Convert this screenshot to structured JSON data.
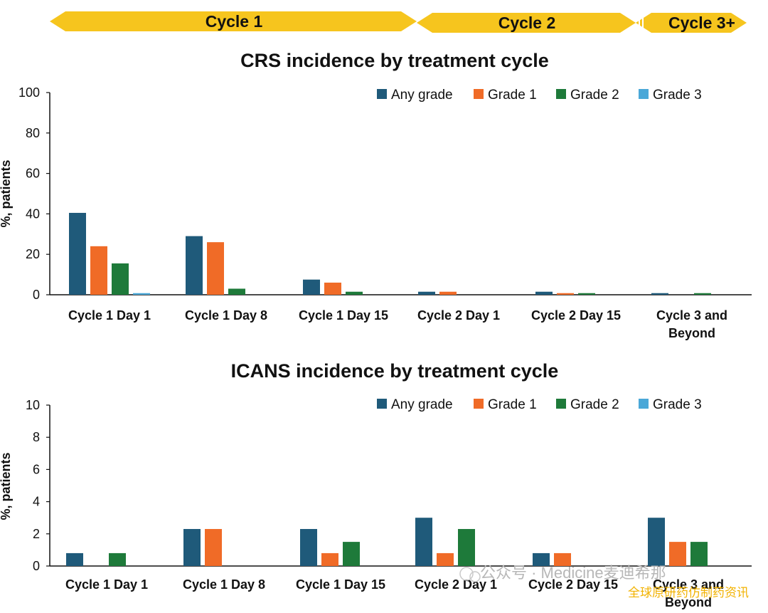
{
  "header": {
    "arrows": [
      {
        "label": "Cycle 1",
        "color": "#f6c51e",
        "divider_color": "#ffffff"
      },
      {
        "label": "Cycle 2",
        "color": "#f6c51e",
        "divider_color": "#ffffff"
      },
      {
        "label": "Cycle 3+",
        "color": "#f6c51e",
        "divider_color": "#ffffff"
      }
    ]
  },
  "colors": {
    "any_grade": "#1f5a7a",
    "grade_1": "#f06b27",
    "grade_2": "#1e7a3a",
    "grade_3": "#4aa8d8",
    "axis": "#111111"
  },
  "chart_data": [
    {
      "type": "bar",
      "title": "CRS incidence by treatment cycle",
      "xlabel": "",
      "ylabel": "%, patients",
      "ylim": [
        0,
        100
      ],
      "yticks": [
        0,
        20,
        40,
        60,
        80,
        100
      ],
      "legend_position": "top-right",
      "categories": [
        "Cycle 1 Day 1",
        "Cycle 1 Day 8",
        "Cycle 1 Day 15",
        "Cycle 2 Day 1",
        "Cycle 2 Day 15",
        "Cycle 3 and Beyond"
      ],
      "category_lines": [
        [
          "Cycle 1 Day 1"
        ],
        [
          "Cycle 1 Day 8"
        ],
        [
          "Cycle 1 Day 15"
        ],
        [
          "Cycle 2 Day 1"
        ],
        [
          "Cycle 2 Day 15"
        ],
        [
          "Cycle 3 and",
          "Beyond"
        ]
      ],
      "series": [
        {
          "name": "Any grade",
          "color_key": "any_grade",
          "values": [
            40.5,
            29.0,
            7.5,
            1.5,
            1.5,
            0.8
          ]
        },
        {
          "name": "Grade 1",
          "color_key": "grade_1",
          "values": [
            24.0,
            26.0,
            6.0,
            1.5,
            0.8,
            0.0
          ]
        },
        {
          "name": "Grade 2",
          "color_key": "grade_2",
          "values": [
            15.5,
            3.0,
            1.5,
            0.0,
            0.8,
            0.8
          ]
        },
        {
          "name": "Grade 3",
          "color_key": "grade_3",
          "values": [
            0.8,
            0.0,
            0.0,
            0.0,
            0.0,
            0.0
          ]
        }
      ]
    },
    {
      "type": "bar",
      "title": "ICANS incidence by treatment cycle",
      "xlabel": "",
      "ylabel": "%, patients",
      "ylim": [
        0,
        10
      ],
      "yticks": [
        0,
        2,
        4,
        6,
        8,
        10
      ],
      "legend_position": "top-right",
      "categories": [
        "Cycle 1 Day 1",
        "Cycle 1 Day 8",
        "Cycle 1 Day 15",
        "Cycle 2 Day 1",
        "Cycle 2 Day 15",
        "Cycle 3 and Beyond"
      ],
      "category_lines": [
        [
          "Cycle 1 Day 1"
        ],
        [
          "Cycle 1 Day 8"
        ],
        [
          "Cycle 1 Day 15"
        ],
        [
          "Cycle 2 Day 1"
        ],
        [
          "Cycle 2 Day 15"
        ],
        [
          "Cycle 3 and",
          "Beyond"
        ]
      ],
      "series": [
        {
          "name": "Any grade",
          "color_key": "any_grade",
          "values": [
            0.8,
            2.3,
            2.3,
            3.0,
            0.8,
            3.0
          ]
        },
        {
          "name": "Grade 1",
          "color_key": "grade_1",
          "values": [
            0.0,
            2.3,
            0.8,
            0.8,
            0.8,
            1.5
          ]
        },
        {
          "name": "Grade 2",
          "color_key": "grade_2",
          "values": [
            0.8,
            0.0,
            1.5,
            2.3,
            0.0,
            1.5
          ]
        },
        {
          "name": "Grade 3",
          "color_key": "grade_3",
          "values": [
            0.0,
            0.0,
            0.0,
            0.0,
            0.0,
            0.0
          ]
        }
      ]
    }
  ],
  "watermark": {
    "main": "公众号 · Medicine麦迪希那",
    "sub": "全球原研药仿制药资讯"
  }
}
